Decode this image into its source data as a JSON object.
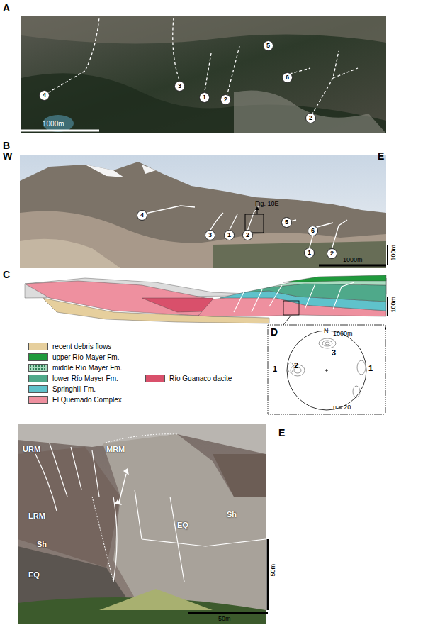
{
  "diagram": {
    "labels": [
      "A",
      "1000m",
      "4",
      "3",
      "1",
      "2",
      "5",
      "6",
      "2",
      "B",
      "W",
      "E",
      "Fig. 10E",
      "4",
      "3",
      "1",
      "2",
      "5",
      "6",
      "1",
      "2",
      "1000m",
      "100m",
      "C",
      "100m",
      "1000m",
      "D",
      "N",
      "1",
      "2",
      "3",
      "1",
      "n = 20",
      "E",
      "URM",
      "MRM",
      "LRM",
      "Sh",
      "EQ",
      "Sh",
      "EQ",
      "50m",
      "50m"
    ],
    "legend": [
      {
        "text": "recent debris flows",
        "color": "#e6cf9d"
      },
      {
        "text": "upper Río Mayer Fm.",
        "color": "#1f9a3c"
      },
      {
        "text": "middle Río Mayer Fm.",
        "color": "#a9dcc0"
      },
      {
        "text": "lower Río Mayer Fm.",
        "color": "#4fa98a"
      },
      {
        "text": "Río Guanaco dacite",
        "color": "#d9506b"
      },
      {
        "text": "Springhill Fm.",
        "color": "#5fc2cb"
      },
      {
        "text": "El Quemado Complex",
        "color": "#ee909f"
      }
    ]
  }
}
